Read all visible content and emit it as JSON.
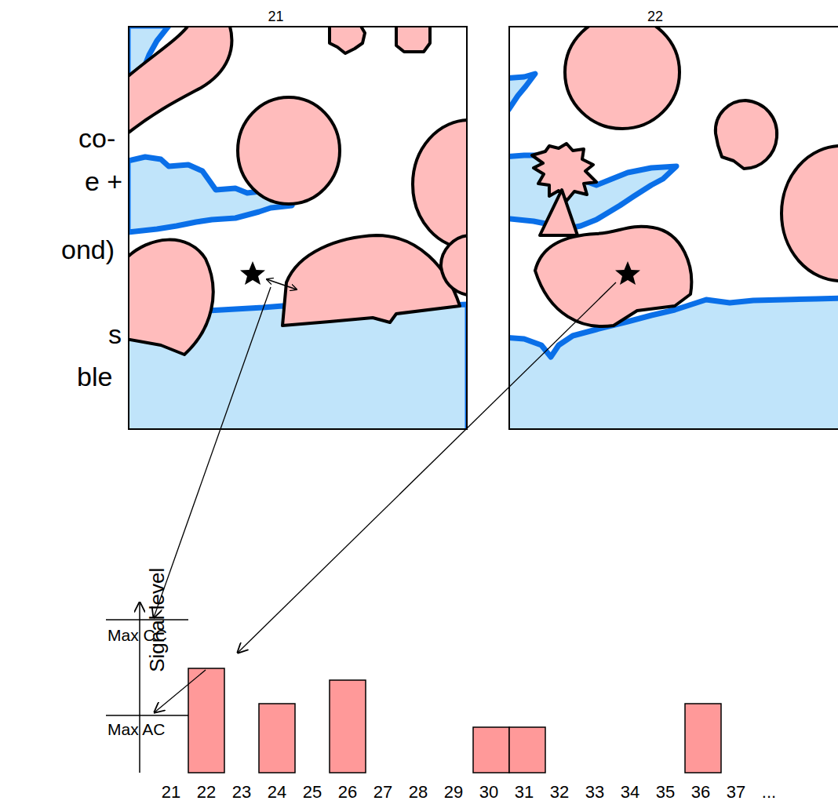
{
  "diagram": {
    "nodes": [
      {
        "text": [
          "21"
        ]
      },
      {
        "text": [
          "22"
        ]
      }
    ],
    "labels": [
      "co-",
      "e +",
      "ond)",
      "s",
      "ble",
      "Signal level",
      "Max CC",
      "Max AC",
      "21",
      "22",
      "23",
      "24",
      "25",
      "26",
      "27",
      "28",
      "29",
      "30",
      "31",
      "32",
      "33",
      "34",
      "35",
      "36",
      "37",
      "..."
    ]
  }
}
